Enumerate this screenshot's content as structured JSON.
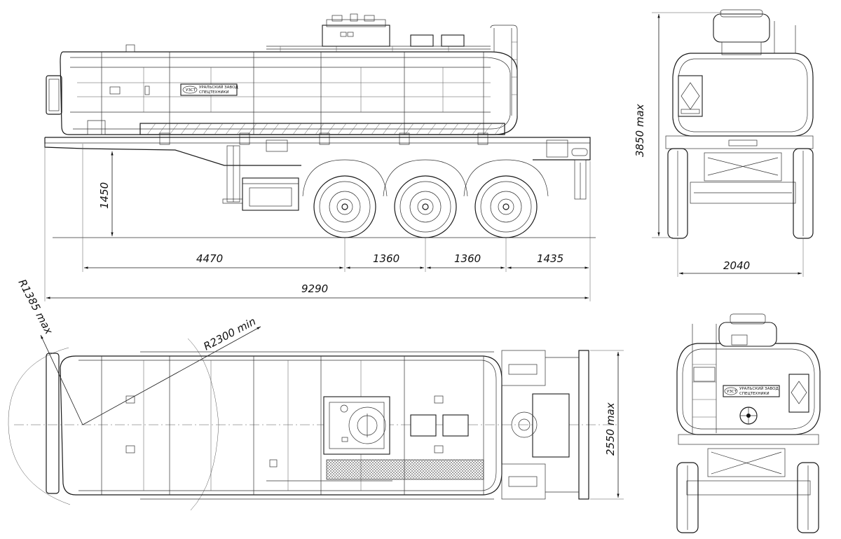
{
  "dimensions": {
    "overall_length": "9290",
    "front_to_axle": "4470",
    "axle_spacing_1": "1360",
    "axle_spacing_2": "1360",
    "rear_overhang": "1435",
    "frame_height": "1450",
    "max_height": "3850 max",
    "track_width": "2040",
    "max_width": "2550 max",
    "turn_radius_min": "R2300 min",
    "front_radius_max": "R1385 max"
  },
  "plate_text": {
    "logo": "УЗСТ",
    "line1": "УРАЛЬСКИЙ ЗАВОД",
    "line2": "СПЕЦТЕХНИКИ"
  },
  "icons": {
    "hazard_sign": "flammable-diamond-icon",
    "valve_wheel": "valve-wheel-icon",
    "wheel_hub": "wheel-hub-icon"
  },
  "colors": {
    "line": "#1a1a1a",
    "background": "#ffffff"
  }
}
